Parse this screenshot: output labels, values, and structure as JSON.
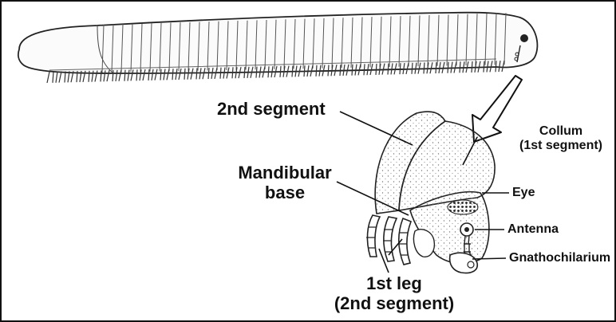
{
  "labels": {
    "second_segment": "2nd segment",
    "collum": "Collum",
    "collum_note": "(1st segment)",
    "mandibular": "Mandibular",
    "mandibular_base": "base",
    "eye": "Eye",
    "antenna": "Antenna",
    "gnathochilarium": "Gnathochilarium",
    "first_leg": "1st leg",
    "first_leg_note": "(2nd segment)"
  }
}
